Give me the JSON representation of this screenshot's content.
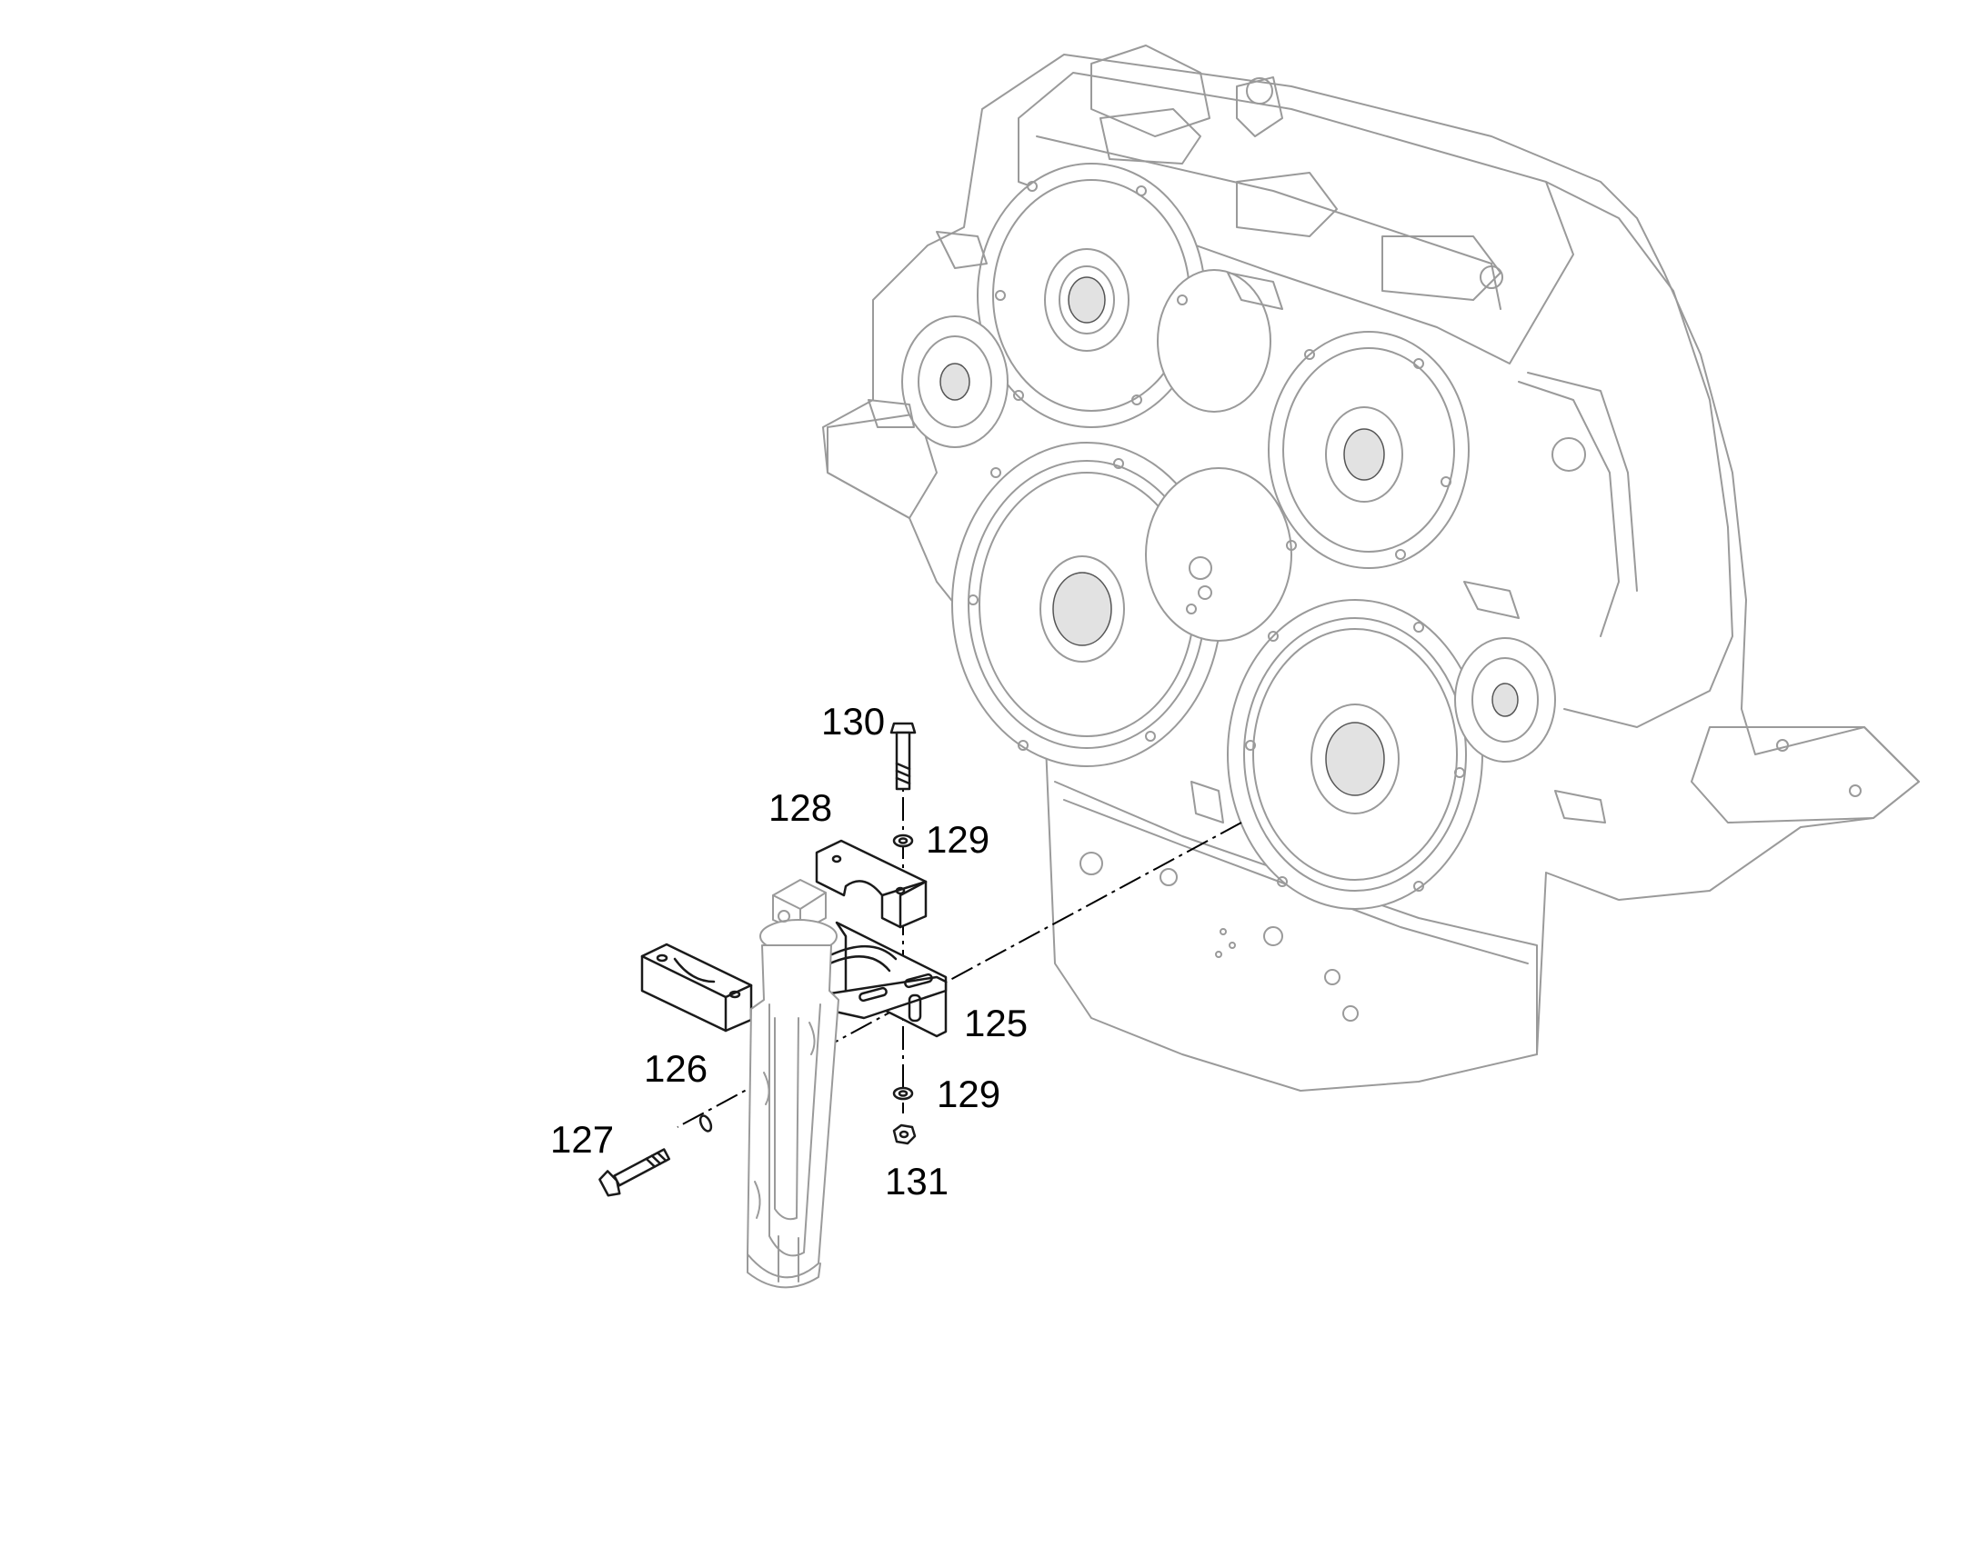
{
  "labels": {
    "p125": "125",
    "p126": "126",
    "p127": "127",
    "p128": "128",
    "p129_top": "129",
    "p129_bottom": "129",
    "p130": "130",
    "p131": "131"
  }
}
